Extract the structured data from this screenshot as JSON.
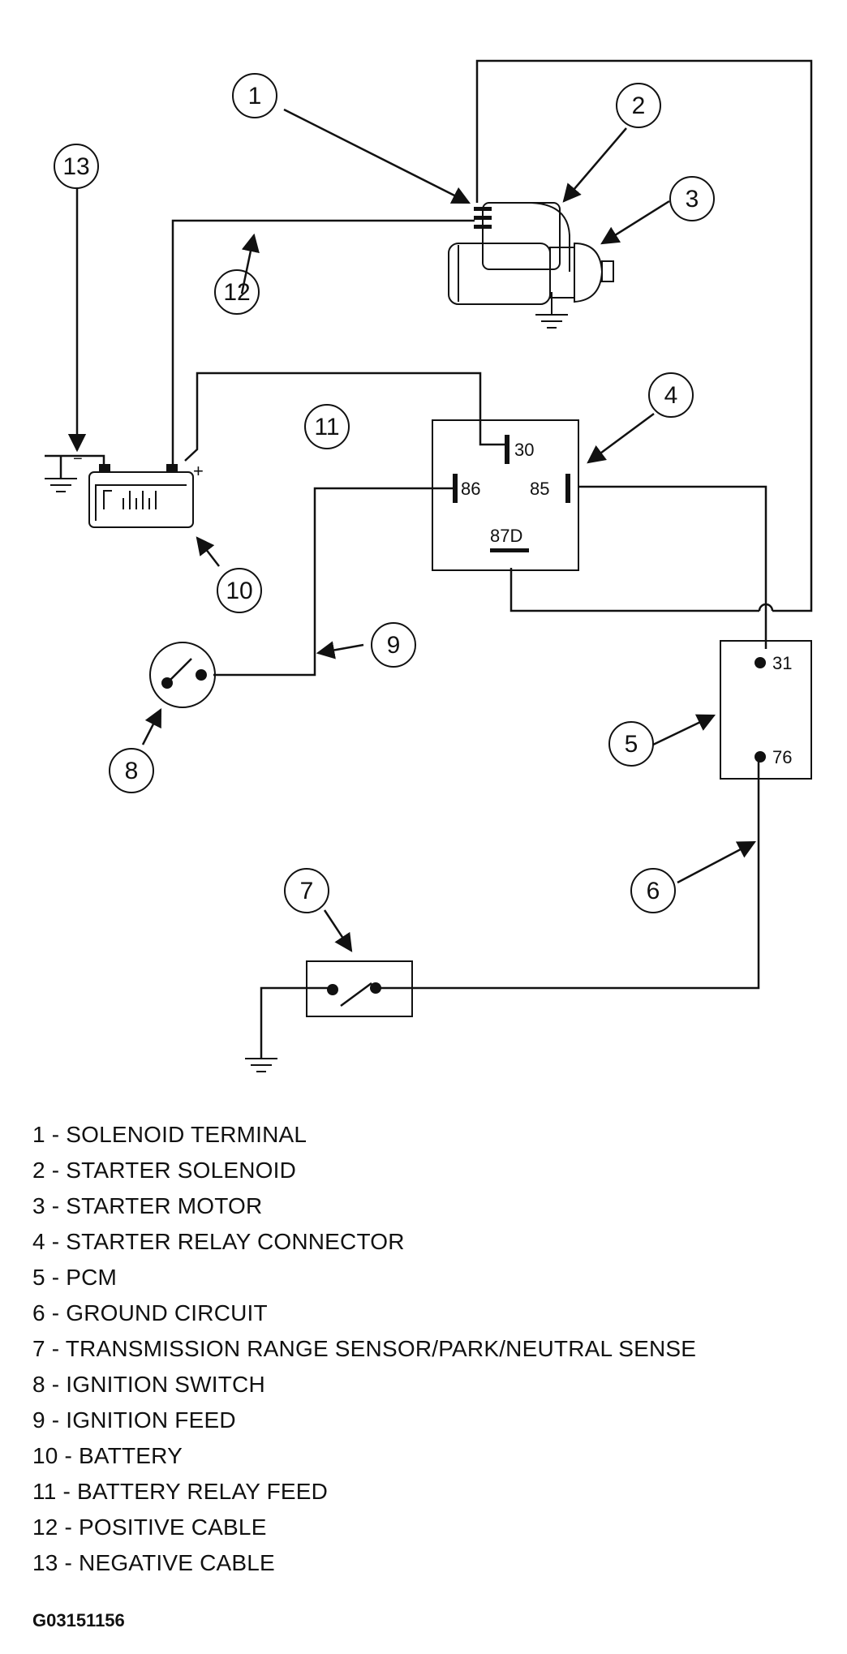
{
  "callouts": [
    "1",
    "2",
    "3",
    "4",
    "5",
    "6",
    "7",
    "8",
    "9",
    "10",
    "11",
    "12",
    "13"
  ],
  "relay_pins": {
    "p30": "30",
    "p86": "86",
    "p85": "85",
    "p87d": "87D"
  },
  "pcm_pins": {
    "p31": "31",
    "p76": "76"
  },
  "battery": {
    "plus": "+",
    "minus": "−"
  },
  "legend": [
    "1 - SOLENOID TERMINAL",
    "2 - STARTER SOLENOID",
    "3 - STARTER MOTOR",
    "4 - STARTER RELAY CONNECTOR",
    "5 - PCM",
    "6 - GROUND CIRCUIT",
    "7 - TRANSMISSION RANGE SENSOR/PARK/NEUTRAL SENSE",
    "8 - IGNITION SWITCH",
    "9 - IGNITION FEED",
    "10 - BATTERY",
    "11 - BATTERY RELAY FEED",
    "12 - POSITIVE CABLE",
    "13 - NEGATIVE CABLE"
  ],
  "figure_id": "G03151156"
}
